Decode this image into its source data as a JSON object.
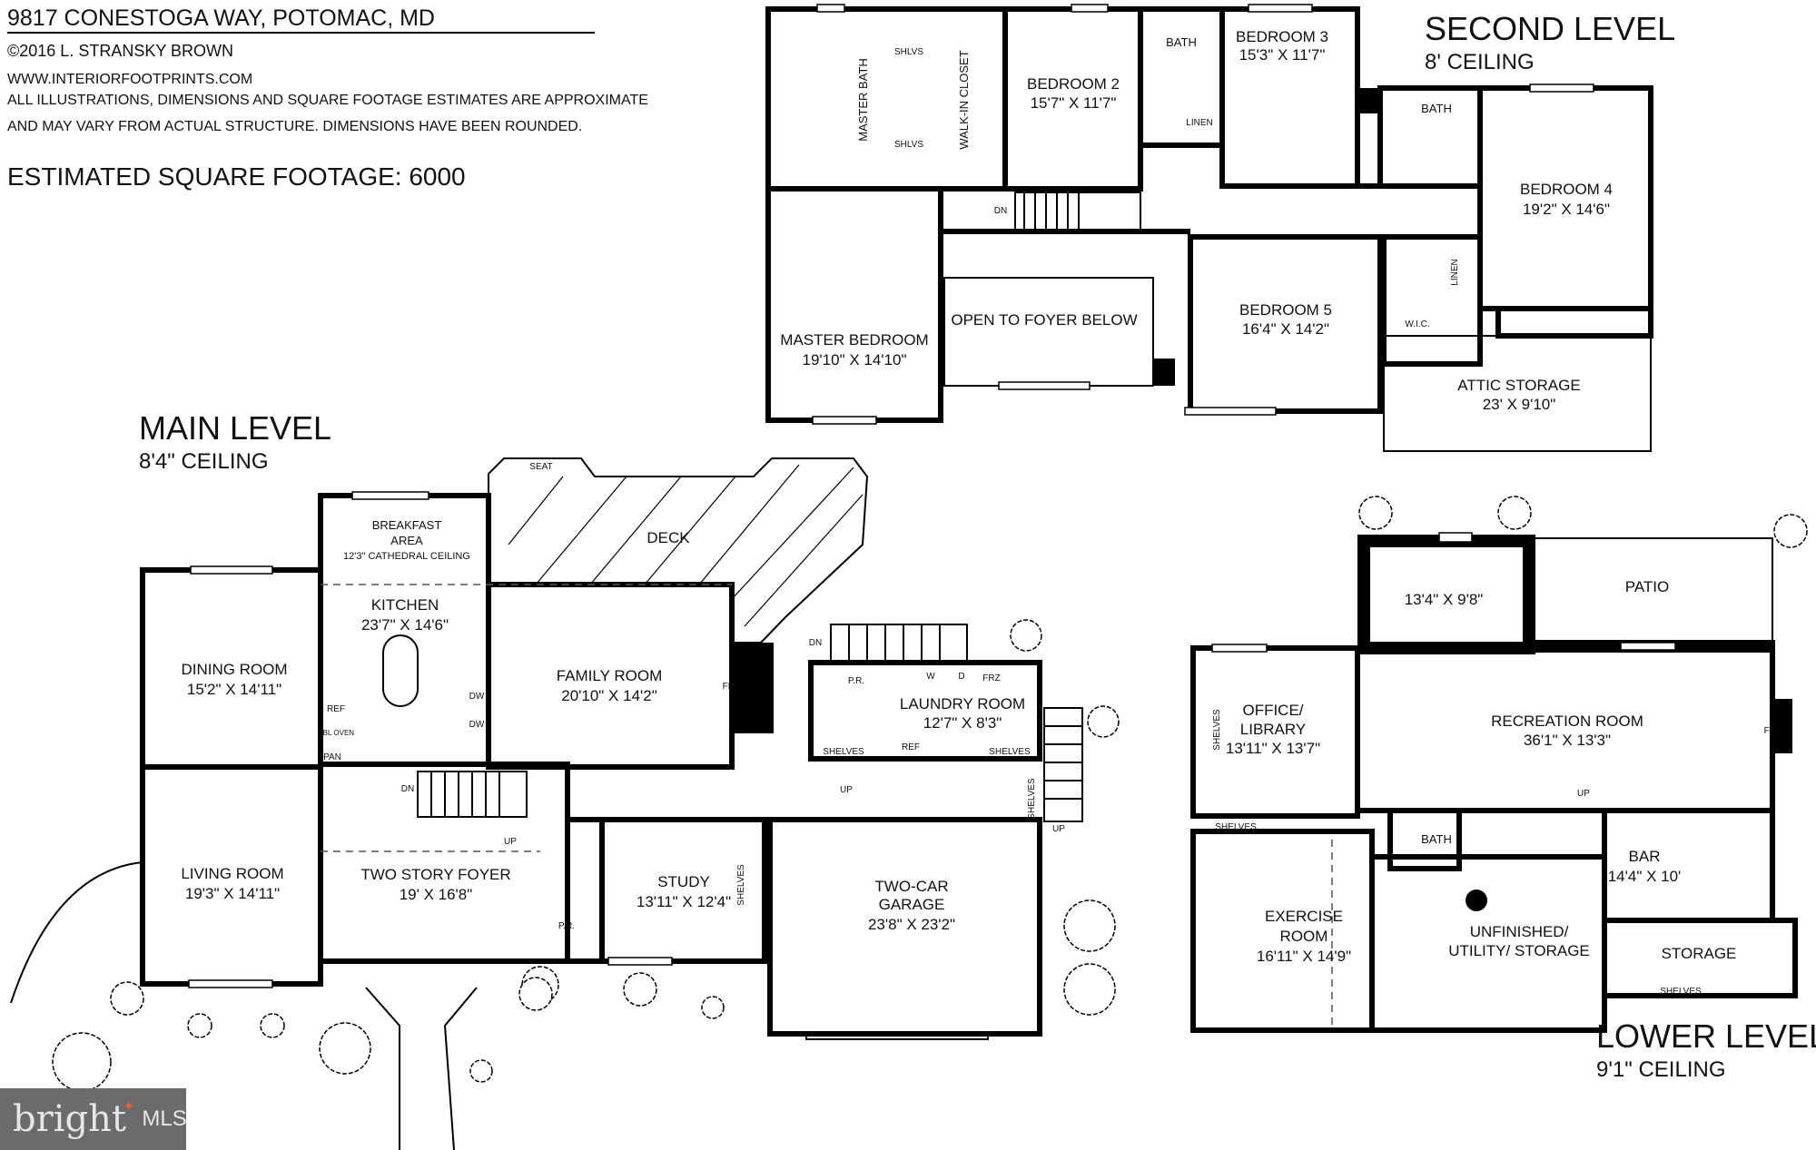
{
  "header": {
    "address": "9817 CONESTOGA WAY, POTOMAC, MD",
    "copyright": "©2016 L. STRANSKY BROWN",
    "website": "WWW.INTERIORFOOTPRINTS.COM",
    "disclaimer_line1": "ALL ILLUSTRATIONS, DIMENSIONS AND SQUARE FOOTAGE ESTIMATES ARE APPROXIMATE",
    "disclaimer_line2": "AND MAY VARY FROM ACTUAL STRUCTURE. DIMENSIONS HAVE BEEN ROUNDED.",
    "square_footage": "ESTIMATED SQUARE FOOTAGE: 6000"
  },
  "second_level": {
    "title": "SECOND LEVEL",
    "ceiling": "8' CEILING",
    "labels": {
      "master_bath": "MASTER BATH",
      "walk_in_closet": "WALK-IN CLOSET",
      "shlvs": "SHLVS",
      "bath": "BATH",
      "linen": "LINEN",
      "dn": "DN",
      "wic": "W.I.C."
    },
    "rooms": [
      {
        "name": "BEDROOM 2",
        "dims": "15'7\" X 11'7\""
      },
      {
        "name": "BEDROOM 3",
        "dims": "15'3\" X 11'7\""
      },
      {
        "name": "BEDROOM 4",
        "dims": "19'2\" X 14'6\""
      },
      {
        "name": "MASTER BEDROOM",
        "dims": "19'10\" X 14'10\""
      },
      {
        "name": "OPEN TO FOYER BELOW",
        "dims": ""
      },
      {
        "name": "BEDROOM 5",
        "dims": "16'4\" X 14'2\""
      },
      {
        "name": "ATTIC STORAGE",
        "dims": "23' X 9'10\""
      }
    ]
  },
  "main_level": {
    "title": "MAIN LEVEL",
    "ceiling": "8'4\" CEILING",
    "labels": {
      "seat": "SEAT",
      "breakfast_1": "BREAKFAST",
      "breakfast_2": "AREA",
      "breakfast_3": "12'3\" CATHEDRAL CEILING",
      "deck": "DECK",
      "fp": "FP",
      "ref": "REF",
      "dbl_oven": "DBL OVEN",
      "dw": "DW",
      "pan": "PAN",
      "dn": "DN",
      "up": "UP",
      "pr": "P.R.",
      "w": "W",
      "d": "D",
      "frz": "FRZ",
      "shelves": "SHELVES",
      "garage_1": "TWO-CAR",
      "garage_2": "GARAGE",
      "garage_dims": "23'8\" X 23'2\""
    },
    "rooms": [
      {
        "name": "KITCHEN",
        "dims": "23'7\" X 14'6\""
      },
      {
        "name": "DINING ROOM",
        "dims": "15'2\" X 14'11\""
      },
      {
        "name": "FAMILY ROOM",
        "dims": "20'10\" X 14'2\""
      },
      {
        "name": "LAUNDRY ROOM",
        "dims": "12'7\" X 8'3\""
      },
      {
        "name": "LIVING ROOM",
        "dims": "19'3\" X 14'11\""
      },
      {
        "name": "TWO STORY FOYER",
        "dims": "19' X 16'8\""
      },
      {
        "name": "STUDY",
        "dims": "13'11\" X 12'4\""
      }
    ]
  },
  "lower_level": {
    "title": "LOWER LEVEL",
    "ceiling": "9'1\" CEILING",
    "labels": {
      "top_room_dims": "13'4\" X 9'8\"",
      "patio": "PATIO",
      "office_1": "OFFICE/",
      "office_2": "LIBRARY",
      "office_dims": "13'11\" X 13'7\"",
      "shelves": "SHELVES",
      "fp": "FP",
      "up": "UP",
      "bath": "BATH",
      "exercise_1": "EXERCISE",
      "exercise_2": "ROOM",
      "exercise_dims": "16'11\" X 14'9\"",
      "unfinished_1": "UNFINISHED/",
      "unfinished_2": "UTILITY/ STORAGE",
      "storage": "STORAGE"
    },
    "rooms": [
      {
        "name": "RECREATION ROOM",
        "dims": "36'1\" X 13'3\""
      },
      {
        "name": "BAR",
        "dims": "14'4\" X 10'"
      }
    ]
  },
  "logo": {
    "brand": "bright",
    "suffix": "MLS",
    "color": "#6b6b6b",
    "accent": "#e0603a"
  }
}
